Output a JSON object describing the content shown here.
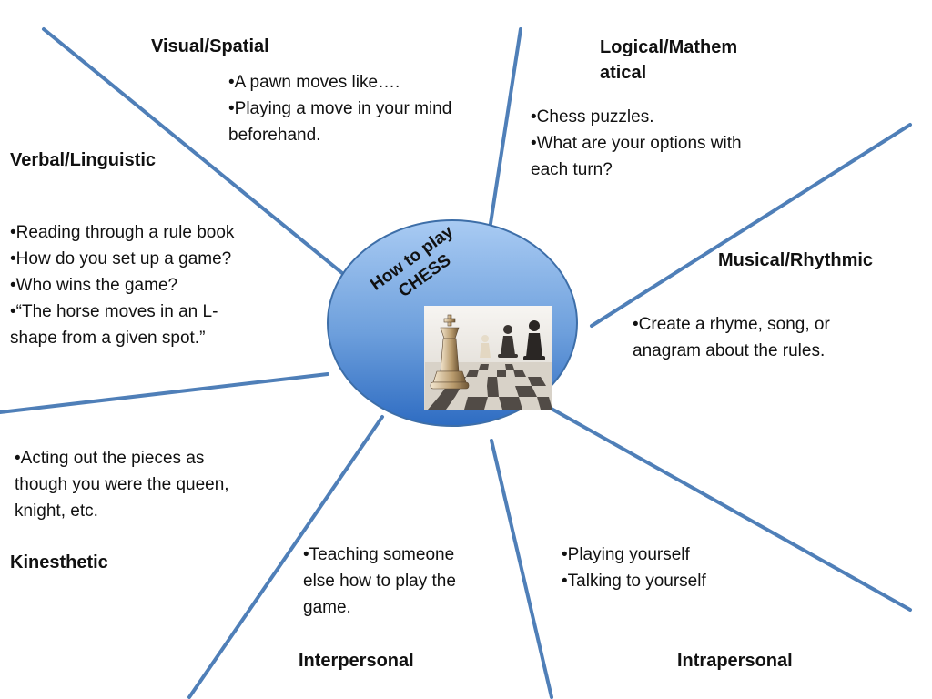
{
  "center": {
    "title_line1": "How to play",
    "title_line2": "CHESS"
  },
  "nodes": {
    "visual": {
      "label": "Visual/Spatial",
      "items": [
        "•A pawn moves like….",
        "•Playing a move in your mind",
        "beforehand."
      ]
    },
    "logical": {
      "label_line1": "Logical/Mathem",
      "label_line2": "atical",
      "items": [
        "•Chess puzzles.",
        "•What are your options with",
        "each turn?"
      ]
    },
    "verbal": {
      "label": "Verbal/Linguistic",
      "items": [
        "•Reading through a rule book",
        "•How do you set up a game?",
        "•Who wins the game?",
        "•“The horse moves in an L-",
        "shape from a given spot.”"
      ]
    },
    "musical": {
      "label": "Musical/Rhythmic",
      "items": [
        "•Create a rhyme, song, or",
        "anagram about the rules."
      ]
    },
    "kinesthetic": {
      "label": "Kinesthetic",
      "items": [
        "•Acting out the pieces as",
        "though you were the queen,",
        "knight, etc."
      ]
    },
    "interpersonal": {
      "label": "Interpersonal",
      "items": [
        "•Teaching someone",
        "else how to play the",
        "game."
      ]
    },
    "intrapersonal": {
      "label": "Intrapersonal",
      "items": [
        "•Playing yourself",
        "•Talking to yourself"
      ]
    }
  },
  "colors": {
    "spoke": "#4f7fb8",
    "ellipse_top": "#9cc2f0",
    "ellipse_bottom": "#2f6fc4",
    "ellipse_stroke": "#3d6ea8"
  },
  "icons": [
    "chess-king-icon",
    "chess-pawn-icon"
  ]
}
